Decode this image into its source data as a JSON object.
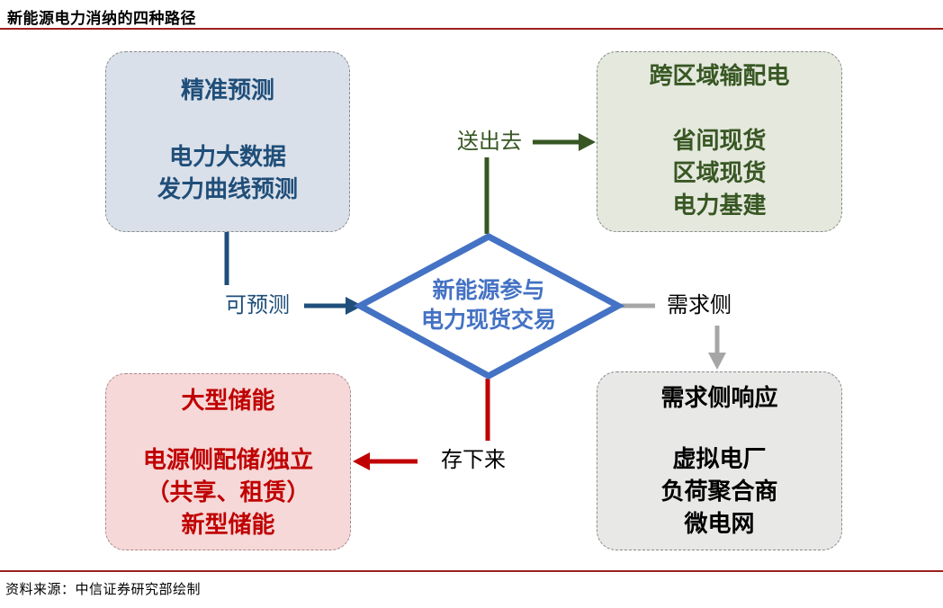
{
  "header": {
    "title": "新能源电力消纳的四种路径"
  },
  "footer": {
    "source": "资料来源：中信证券研究部绘制"
  },
  "diamond": {
    "line1": "新能源参与",
    "line2": "电力现货交易"
  },
  "boxes": {
    "forecast": {
      "title": "精准预测",
      "lines": [
        "电力大数据",
        "发力曲线预测"
      ]
    },
    "transmission": {
      "title": "跨区域输配电",
      "lines": [
        "省间现货",
        "区域现货",
        "电力基建"
      ]
    },
    "storage": {
      "title": "大型储能",
      "lines": [
        "电源侧配储/独立",
        "（共享、租赁）",
        "新型储能"
      ]
    },
    "demand": {
      "title": "需求侧响应",
      "lines": [
        "虚拟电厂",
        "负荷聚合商",
        "微电网"
      ]
    }
  },
  "labels": {
    "send_out": "送出去",
    "predictable": "可预测",
    "demand_side": "需求侧",
    "store": "存下来"
  },
  "colors": {
    "rule_red": "#9c1f1f",
    "forecast_text": "#1f4e79",
    "forecast_bg": "#dae0ea",
    "transmission_text": "#385723",
    "transmission_bg": "#e4e8dd",
    "storage_text": "#c00000",
    "storage_bg": "#f6d8d8",
    "demand_text": "#000000",
    "demand_bg": "#e8e8e7",
    "diamond_blue": "#4472c4",
    "arrow_green": "#375623",
    "arrow_blue": "#1f4e79",
    "arrow_gray": "#a6a6a6",
    "arrow_red": "#c00000"
  }
}
